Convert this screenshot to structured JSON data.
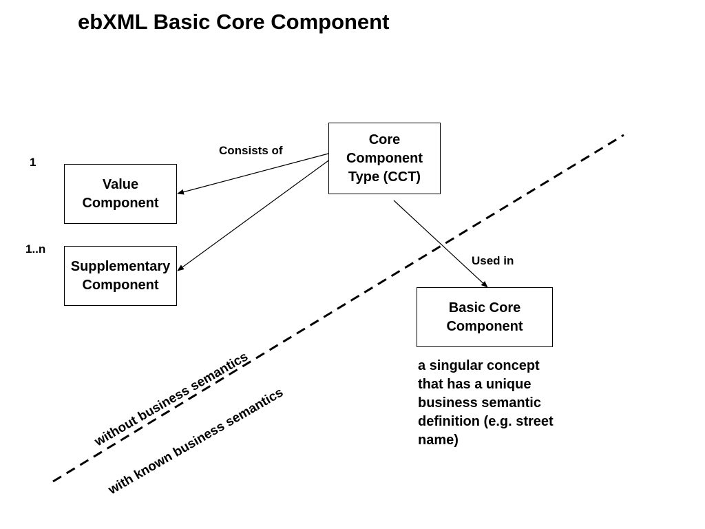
{
  "title": "ebXML Basic Core Component",
  "boxes": {
    "cct": [
      "Core",
      "Component",
      "Type (CCT)"
    ],
    "value": [
      "Value",
      "Component"
    ],
    "supplementary": [
      "Supplementary",
      "Component"
    ],
    "bcc": [
      "Basic Core",
      "Component"
    ]
  },
  "labels": {
    "consists_of": "Consists of",
    "used_in": "Used in",
    "multiplicity_one": "1",
    "multiplicity_many": "1..n",
    "without_semantics": "without business semantics",
    "with_semantics": "with known business semantics"
  },
  "description": [
    "a singular concept",
    "that has a unique",
    "business semantic",
    "definition (e.g. street",
    "name)"
  ]
}
